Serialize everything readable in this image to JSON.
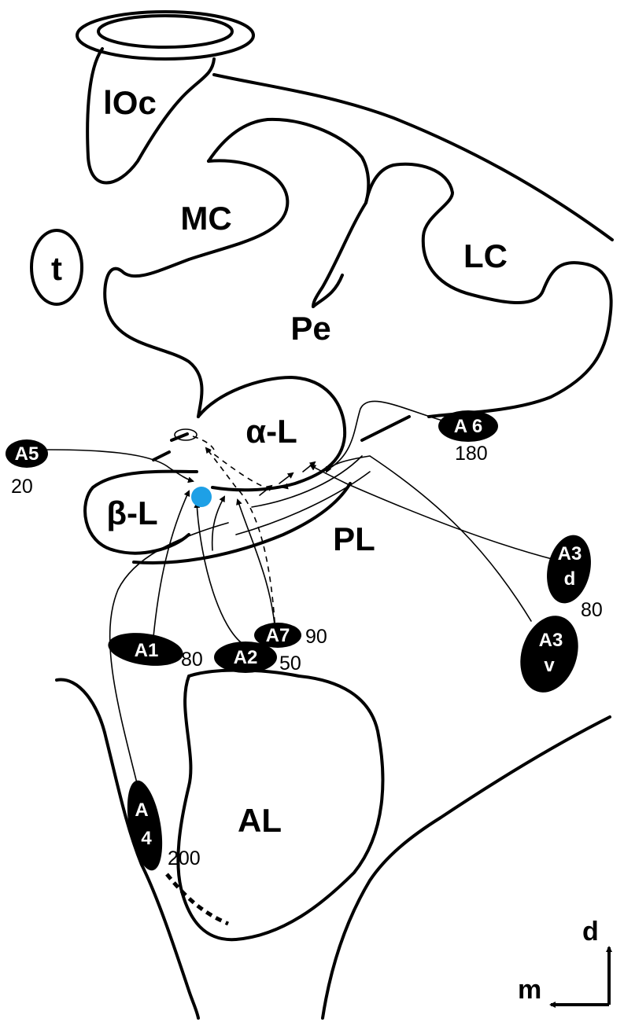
{
  "regions": {
    "loc": "lOc",
    "mc": "MC",
    "t": "t",
    "lc": "LC",
    "pe": "Pe",
    "alpha_l": "α-L",
    "beta_l": "β-L",
    "pl": "PL",
    "al": "AL"
  },
  "neurons": {
    "a1": {
      "label": "A1",
      "value": "80"
    },
    "a2": {
      "label": "A2",
      "value": "50"
    },
    "a3d": {
      "label_top": "A3",
      "label_bottom": "d",
      "value": "80"
    },
    "a3v": {
      "label_top": "A3",
      "label_bottom": "v"
    },
    "a4": {
      "label_top": "A",
      "label_bottom": "4",
      "value": "200"
    },
    "a5": {
      "label": "A5",
      "value": "20"
    },
    "a6": {
      "label": "A 6",
      "value": "180"
    },
    "a7": {
      "label": "A7",
      "value": "90"
    }
  },
  "axes": {
    "dorsal": "d",
    "medial": "m"
  },
  "colors": {
    "outline": "#000000",
    "marker": "#1ea0e6",
    "background": "#ffffff"
  }
}
